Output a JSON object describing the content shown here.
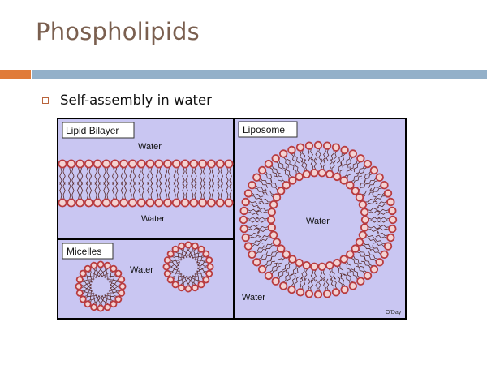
{
  "slide": {
    "title": "Phospholipids",
    "accent_colors": {
      "orange": "#e07b39",
      "blue": "#93b0c9"
    },
    "bullets": [
      {
        "icon": "hollow-square-bullet-icon",
        "text": "Self-assembly in water"
      }
    ]
  },
  "figure": {
    "background_color": "#c9c6f2",
    "lipid_head_color": "#b83b3f",
    "panels": {
      "lipid_bilayer": {
        "label": "Lipid Bilayer",
        "water_top": "Water",
        "water_bottom": "Water"
      },
      "micelles": {
        "label": "Micelles",
        "water": "Water"
      },
      "liposome": {
        "label": "Liposome",
        "water_inside": "Water",
        "water_outside": "Water"
      }
    },
    "credit": "O'Day"
  }
}
